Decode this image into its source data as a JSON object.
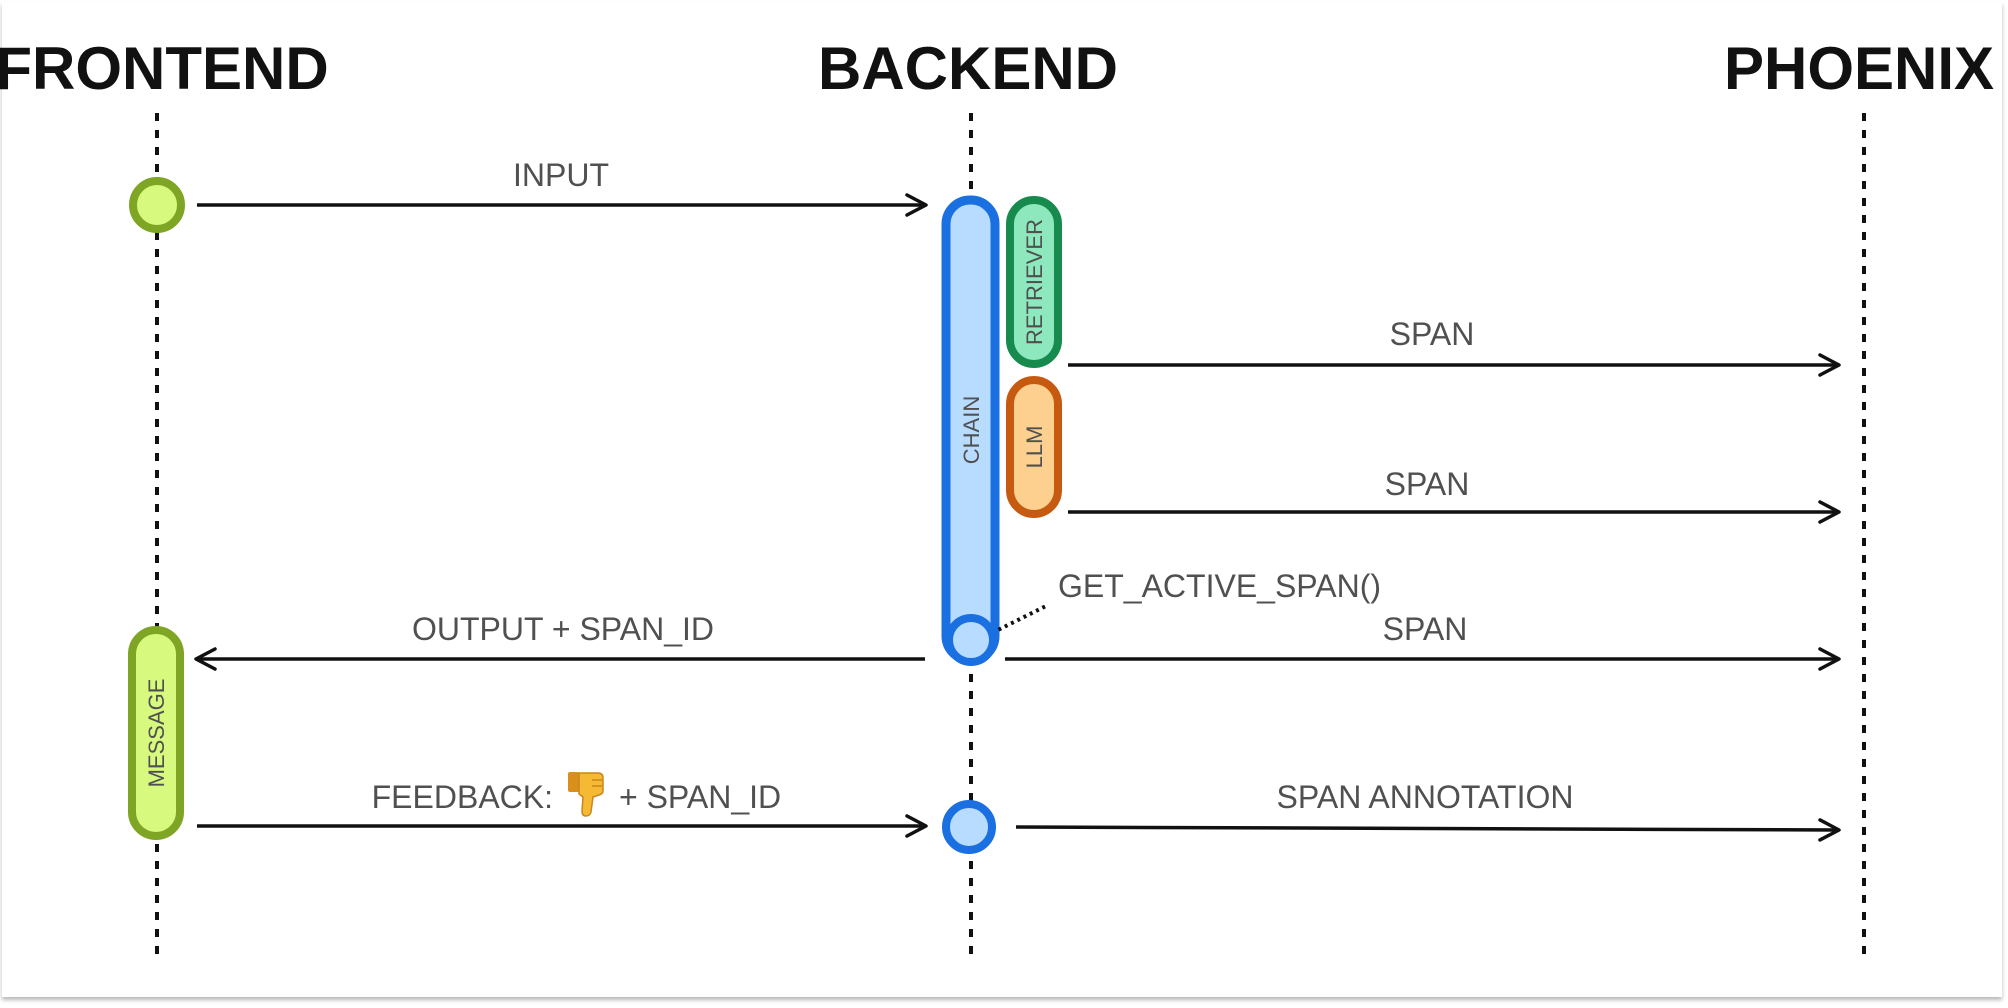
{
  "lanes": {
    "frontend": "FRONTEND",
    "backend": "BACKEND",
    "phoenix": "PHOENIX"
  },
  "spans": {
    "chain": "CHAIN",
    "retriever": "RETRIEVER",
    "llm": "LLM",
    "message": "MESSAGE"
  },
  "messages": {
    "input": "INPUT",
    "retriever_span": "SPAN",
    "llm_span": "SPAN",
    "output": "OUTPUT + SPAN_ID",
    "get_active_span": "GET_ACTIVE_SPAN()",
    "chain_span": "SPAN",
    "feedback_prefix": "FEEDBACK:",
    "feedback_suffix": "+ SPAN_ID",
    "span_annotation": "SPAN ANNOTATION"
  },
  "icons": {
    "feedback_icon": "thumbs-down-icon"
  },
  "colors": {
    "frontend_node": "#d6f97e",
    "frontend_stroke": "#7ea524",
    "chain_fill": "#b8dcff",
    "chain_stroke": "#1a70e0",
    "retriever_fill": "#8de9bd",
    "retriever_stroke": "#178a4e",
    "llm_fill": "#fdd08f",
    "llm_stroke": "#c55a10"
  }
}
